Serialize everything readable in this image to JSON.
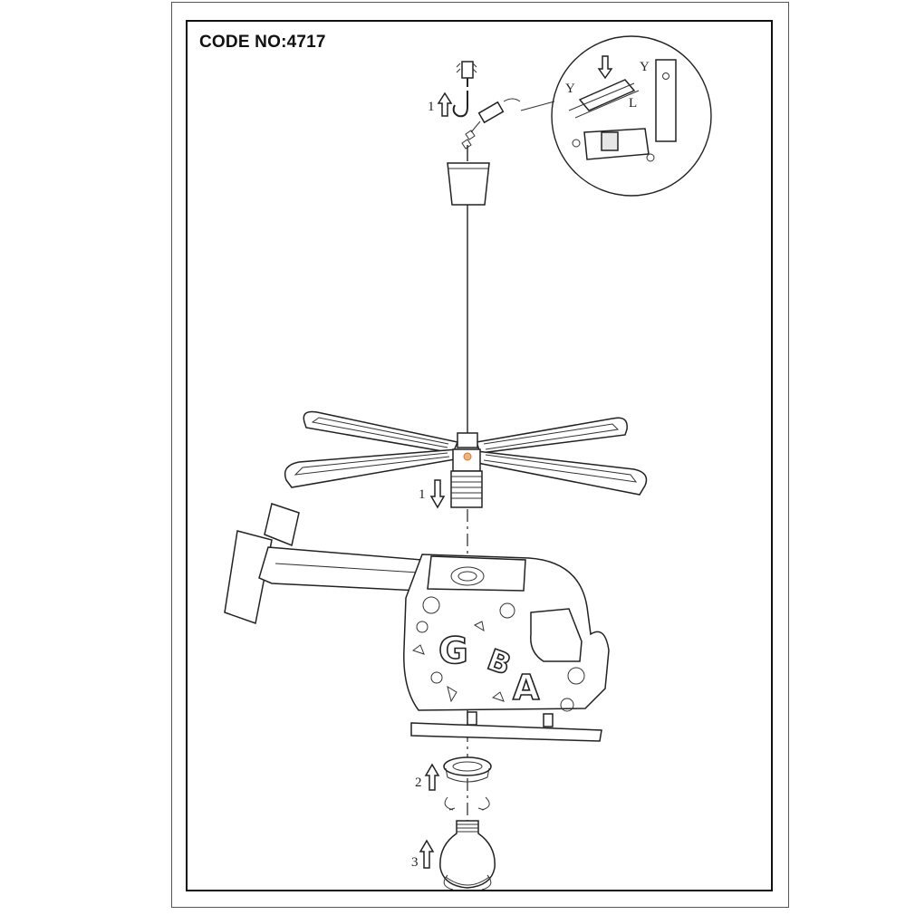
{
  "document": {
    "code_label": "CODE NO:4717"
  },
  "steps": [
    {
      "number": "1"
    },
    {
      "number": "1"
    },
    {
      "number": "2"
    },
    {
      "number": "3"
    }
  ],
  "helicopter_letters": [
    "G",
    "B",
    "A"
  ],
  "detail_inset_labels": [
    "Y",
    "L",
    "Y"
  ],
  "icons": {
    "arrow_up": "arrow-up-icon",
    "arrow_down": "arrow-down-icon",
    "rotate": "rotate-icon"
  }
}
